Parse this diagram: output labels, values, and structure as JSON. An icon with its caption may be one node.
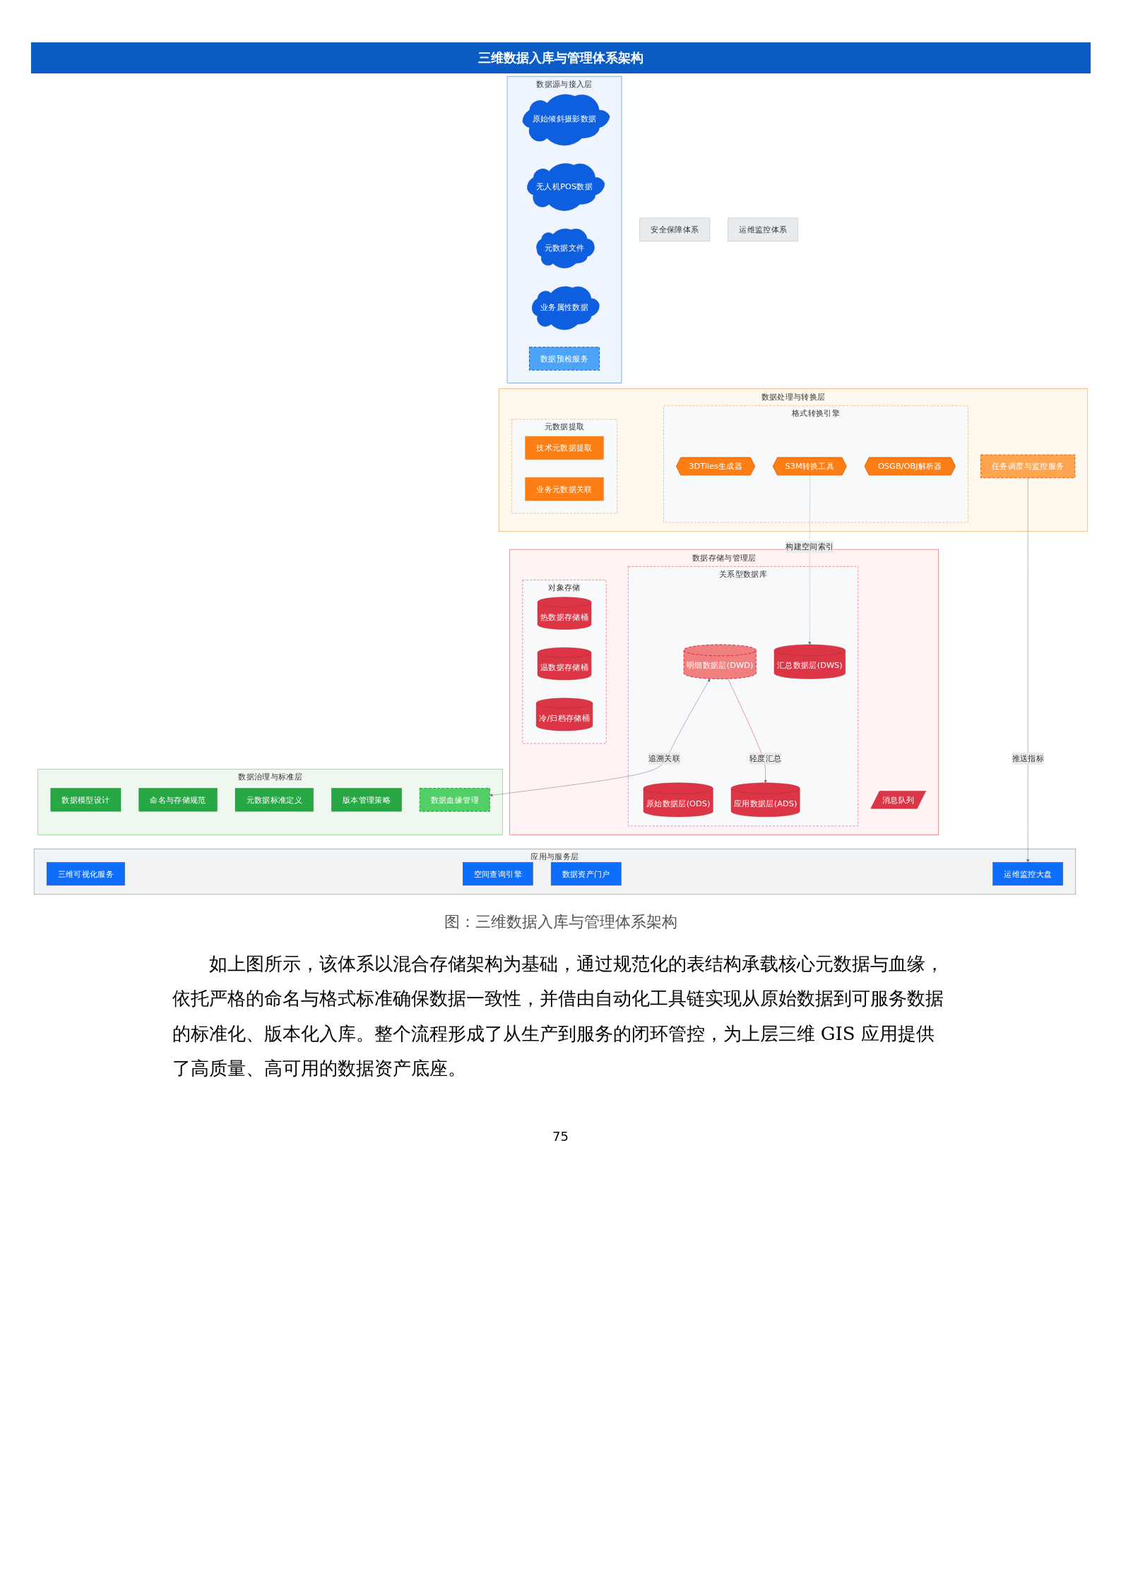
{
  "diagram": {
    "title": "三维数据入库与管理体系架构",
    "caption": "图：三维数据入库与管理体系架构",
    "nodes": [
      {
        "text": [
          "数据源与接入层"
        ]
      },
      {
        "text": [
          "原始倾斜摄影数据"
        ],
        "in": 0
      },
      {
        "text": [
          "无人机POS数据"
        ],
        "in": 0
      },
      {
        "text": [
          "元数据文件"
        ],
        "in": 0
      },
      {
        "text": [
          "业务属性数据"
        ],
        "in": 0
      },
      {
        "text": [
          "数据预检服务"
        ],
        "in": 0
      },
      {
        "text": [
          "数据处理与转换层"
        ]
      },
      {
        "text": [
          "格式转换引擎"
        ],
        "in": 6
      },
      {
        "text": [
          "3DTiles生成器"
        ],
        "in": 7
      },
      {
        "text": [
          "S3M转换工具"
        ],
        "in": 7
      },
      {
        "text": [
          "OSGB/OBJ解析器"
        ],
        "in": 7
      },
      {
        "text": [
          "元数据提取"
        ],
        "in": 6
      },
      {
        "text": [
          "技术元数据提取"
        ],
        "in": 11
      },
      {
        "text": [
          "业务元数据关联"
        ],
        "in": 11
      },
      {
        "text": [
          "任务调度与监控服务"
        ],
        "in": 6
      },
      {
        "text": [
          "数据存储与管理层"
        ]
      },
      {
        "text": [
          "关系型数据库"
        ],
        "in": 15
      },
      {
        "text": [
          "原始数据层(ODS)"
        ],
        "in": 16
      },
      {
        "text": [
          "明细数据层(DWD)"
        ],
        "in": 16
      },
      {
        "text": [
          "汇总数据层(DWS)"
        ],
        "in": 16
      },
      {
        "text": [
          "应用数据层(ADS)"
        ],
        "in": 16
      },
      {
        "text": [
          "对象存储"
        ],
        "in": 15
      },
      {
        "text": [
          "热数据存储桶"
        ],
        "in": 21
      },
      {
        "text": [
          "温数据存储桶"
        ],
        "in": 21
      },
      {
        "text": [
          "冷/归档存储桶"
        ],
        "in": 21
      },
      {
        "text": [
          "消息队列"
        ],
        "in": 15
      },
      {
        "text": [
          "数据治理与标准层"
        ]
      },
      {
        "text": [
          "数据模型设计"
        ],
        "in": 26
      },
      {
        "text": [
          "命名与存储规范"
        ],
        "in": 26
      },
      {
        "text": [
          "元数据标准定义"
        ],
        "in": 26
      },
      {
        "text": [
          "版本管理策略"
        ],
        "in": 26
      },
      {
        "text": [
          "数据血缘管理"
        ],
        "in": 26
      },
      {
        "text": [
          "应用与服务层"
        ]
      },
      {
        "text": [
          "三维可视化服务"
        ],
        "in": 32
      },
      {
        "text": [
          "空间查询引擎"
        ],
        "in": 32
      },
      {
        "text": [
          "数据资产门户"
        ],
        "in": 32
      },
      {
        "text": [
          "运维监控大盘"
        ],
        "in": 32
      },
      {
        "text": [
          "安全保障体系"
        ]
      },
      {
        "text": [
          "运维监控体系"
        ]
      }
    ],
    "edges": [
      {
        "from": 18,
        "to": 20,
        "arrow": "to",
        "label": "轻度汇总",
        "color": "#dc3545"
      },
      {
        "from": 9,
        "to": 19,
        "arrow": "to",
        "label": "构建空间索引",
        "style": "dashed"
      },
      {
        "from": 18,
        "to": 31,
        "arrow": "both",
        "label": "追溯关联"
      },
      {
        "from": 14,
        "to": 36,
        "arrow": "to",
        "label": "推送指标"
      }
    ],
    "labels": [
      "如上图所示，该体系以混合存储架构为基础，通过规范化的表结构承载核心元数据与血缘，依托严格的命名与格式标准确保数据一致性，并借由自动化工具链实现从原始数据到可服务数据的标准化、版本化入库。整个流程形成了从生产到服务的闭环管控，为上层三维 GIS 应用提供了高质量、高可用的数据资产底座。",
      "75"
    ]
  }
}
